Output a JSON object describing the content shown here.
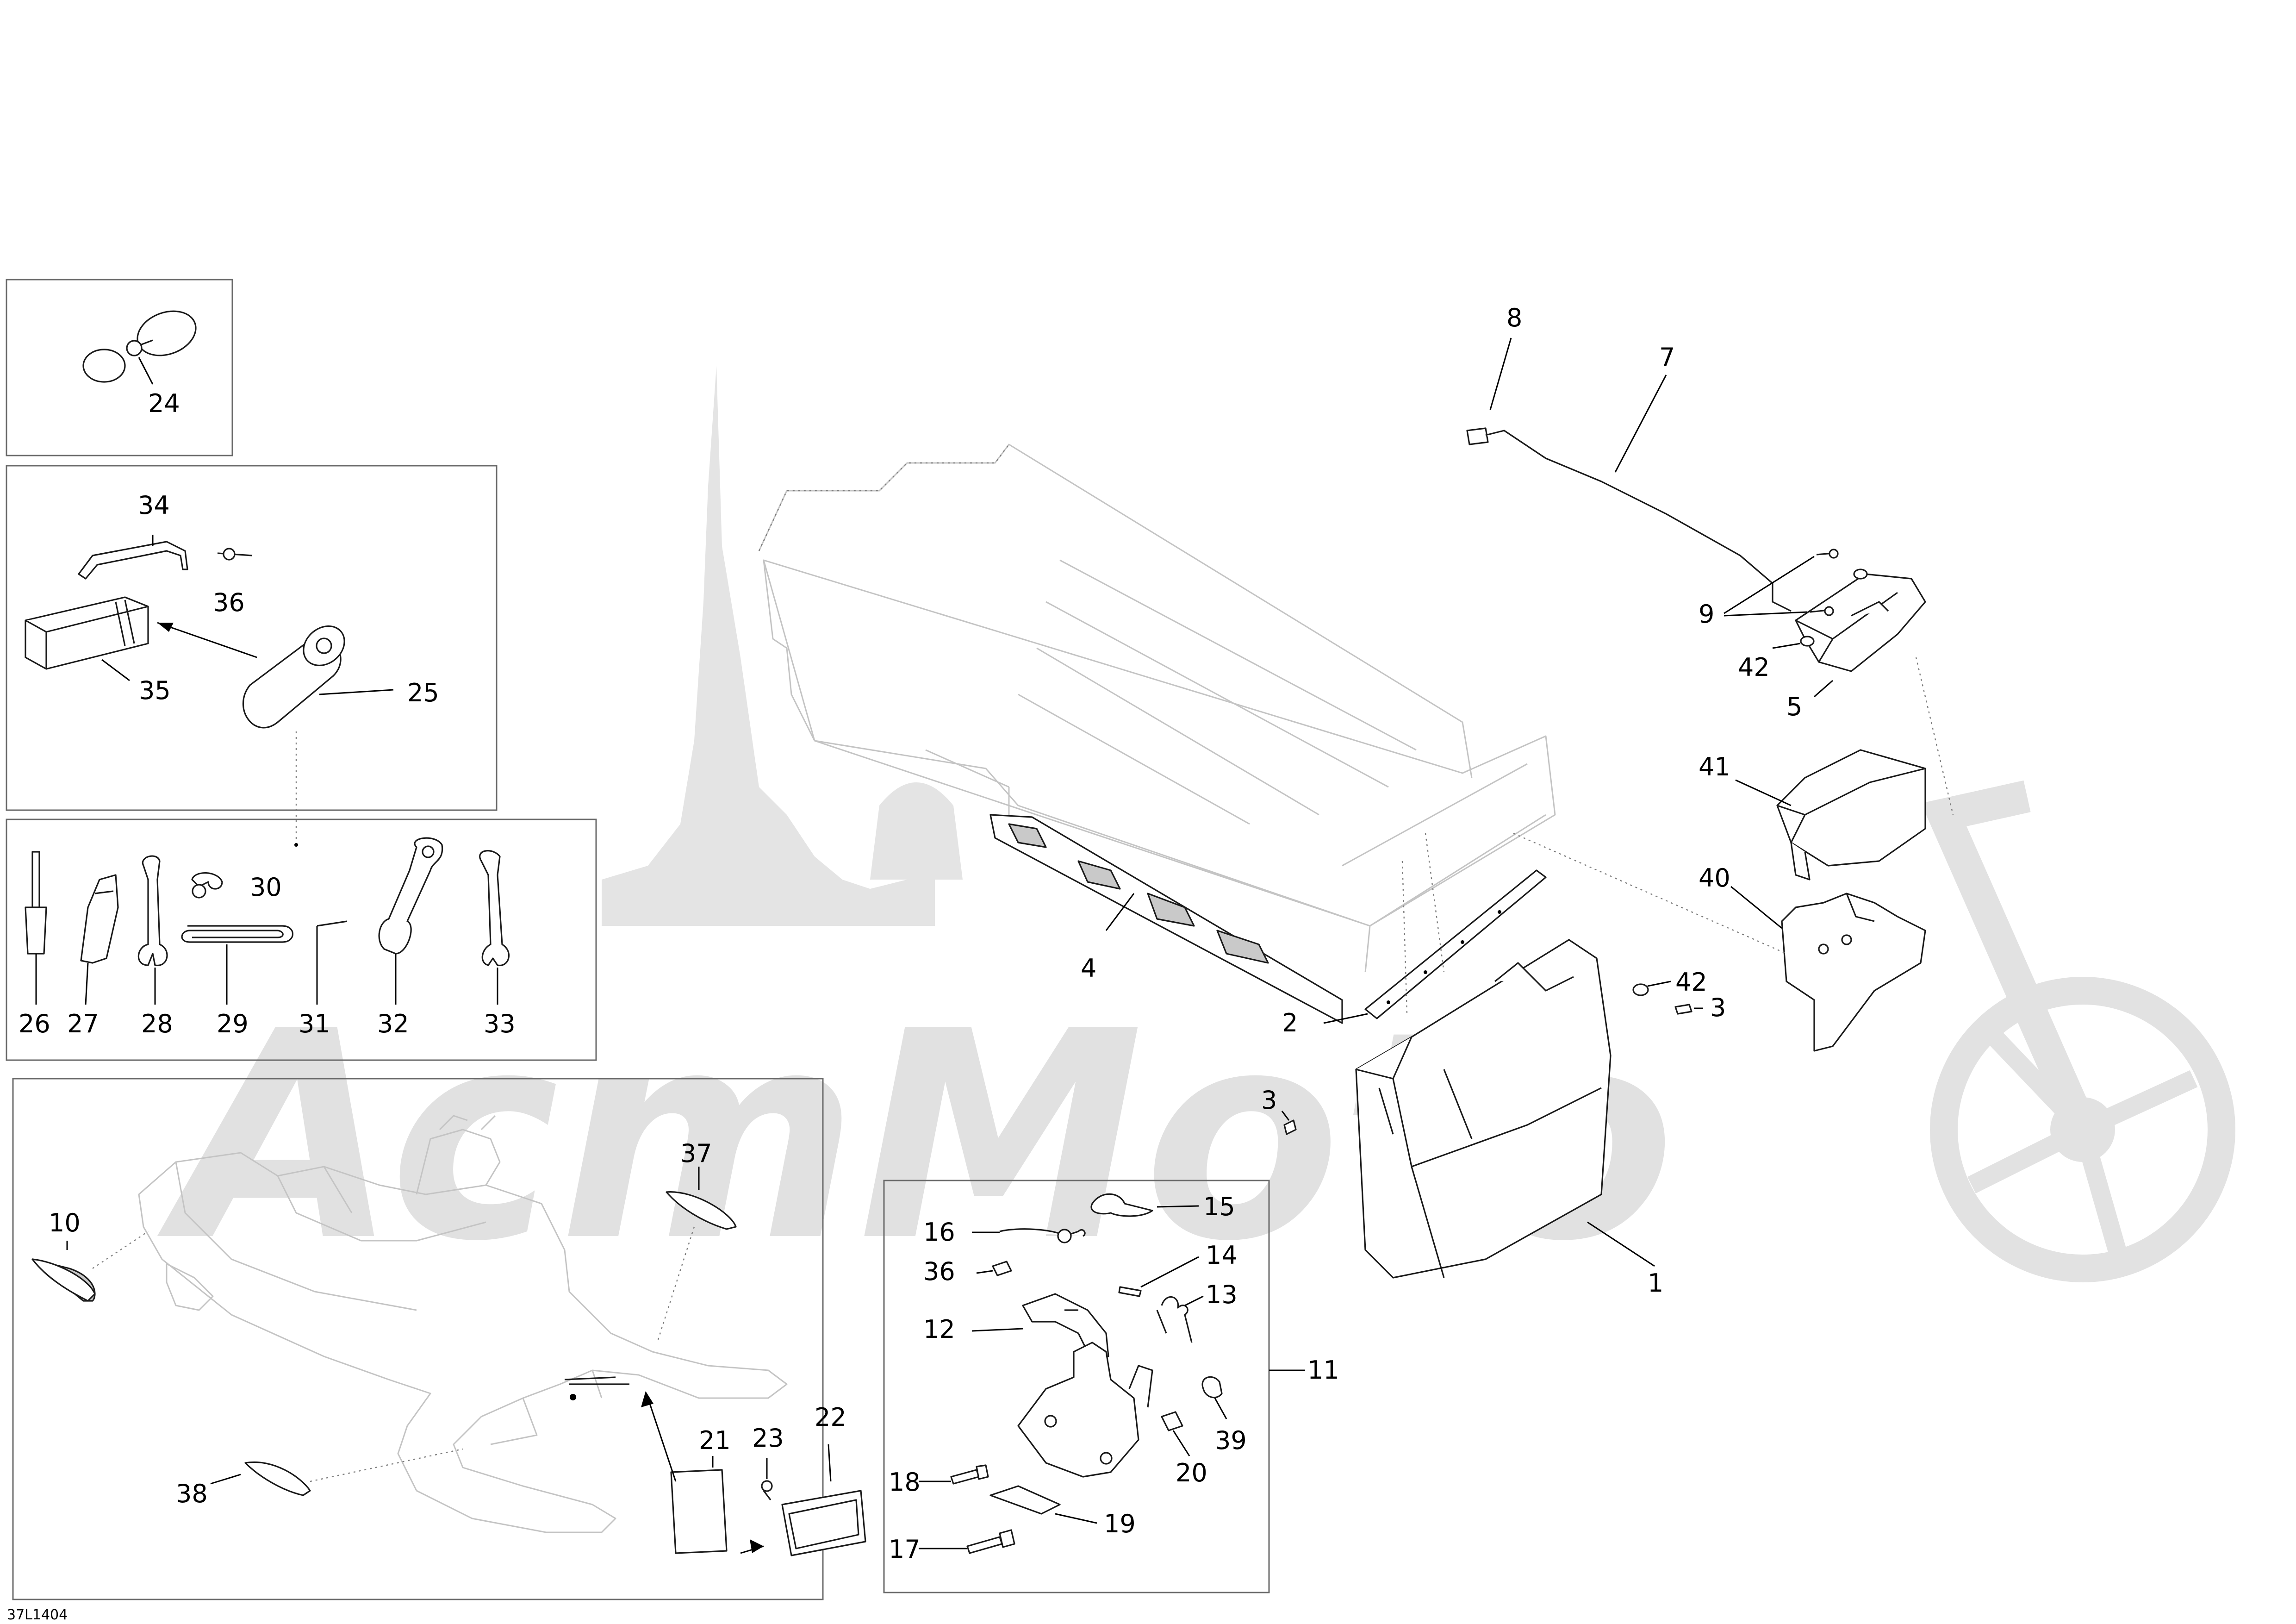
{
  "drawing_code": "37L1404",
  "watermark_text": "AcmMoto",
  "callouts": {
    "c1": "1",
    "c2": "2",
    "c3a": "3",
    "c3b": "3",
    "c4": "4",
    "c5": "5",
    "c7": "7",
    "c8": "8",
    "c9": "9",
    "c10": "10",
    "c11": "11",
    "c12": "12",
    "c13": "13",
    "c14": "14",
    "c15": "15",
    "c16": "16",
    "c17": "17",
    "c18": "18",
    "c19": "19",
    "c20": "20",
    "c21": "21",
    "c22": "22",
    "c23": "23",
    "c24": "24",
    "c25": "25",
    "c26": "26",
    "c27": "27",
    "c28": "28",
    "c29": "29",
    "c30": "30",
    "c31": "31",
    "c32": "32",
    "c33": "33",
    "c34": "34",
    "c35": "35",
    "c36a": "36",
    "c36b": "36",
    "c37": "37",
    "c38": "38",
    "c39": "39",
    "c40": "40",
    "c41": "41",
    "c42a": "42",
    "c42b": "42"
  }
}
